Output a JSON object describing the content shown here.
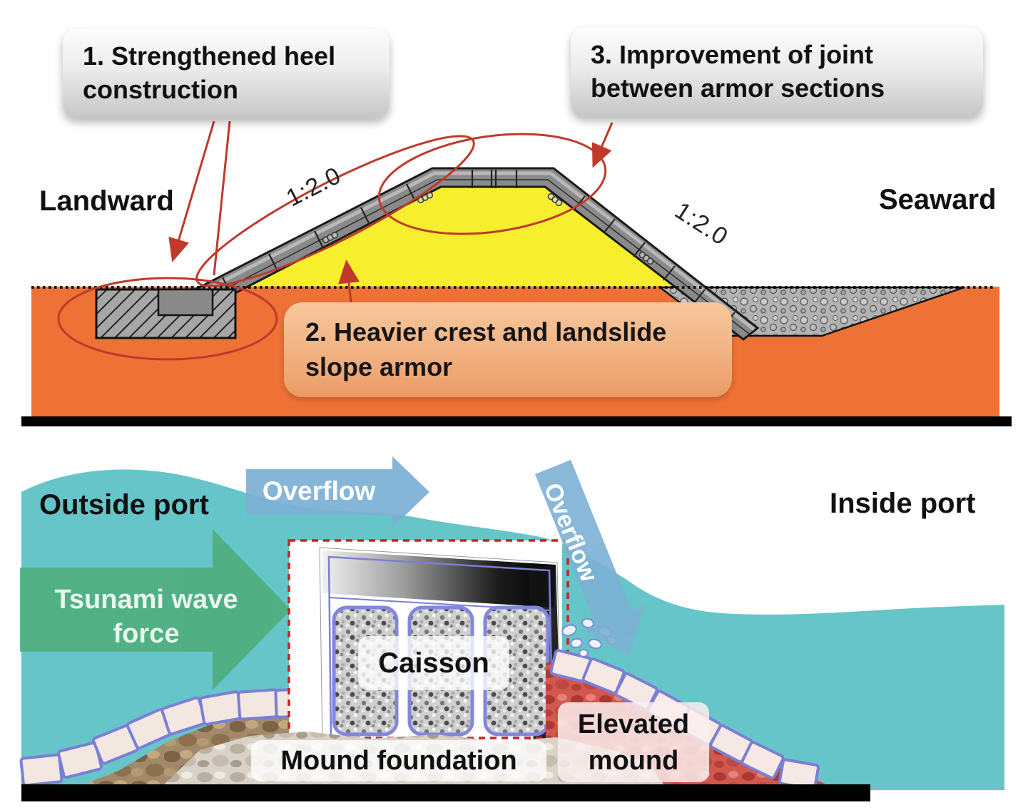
{
  "top_diagram": {
    "callout_1": {
      "lines": [
        "1. Strengthened heel",
        "construction"
      ]
    },
    "callout_2": {
      "lines": [
        "2. Heavier crest and landslide",
        "slope armor"
      ]
    },
    "callout_3": {
      "lines": [
        "3. Improvement of joint",
        "between armor sections"
      ]
    },
    "left_label": "Landward",
    "right_label": "Seaward",
    "slope_ratio_left": "1:2.0",
    "slope_ratio_right": "1:2.0"
  },
  "bottom_diagram": {
    "outside_label": "Outside port",
    "inside_label": "Inside port",
    "overflow_top": "Overflow",
    "overflow_diagonal": "Overflow",
    "tsunami": {
      "lines": [
        "Tsunami wave",
        "force"
      ]
    },
    "caisson_label": "Caisson",
    "mound_label": "Mound foundation",
    "elevated_label": {
      "lines": [
        "Elevated",
        "mound"
      ]
    }
  },
  "colors": {
    "ground_orange": "#ee7135",
    "core_yellow": "#f7ee2e",
    "armor_gray": "#8a8a8a",
    "annotation_red": "#c0392b",
    "dashed_box_red": "#cc2222",
    "water_teal": "#66c5c8",
    "wave_green": "#4fae7c",
    "overflow_blue": "#7cb0d4",
    "caisson_outline_purple": "#7b7fd6",
    "elevated_mound_red": "#d2574d",
    "callout2_orange": "#f0ab79"
  }
}
